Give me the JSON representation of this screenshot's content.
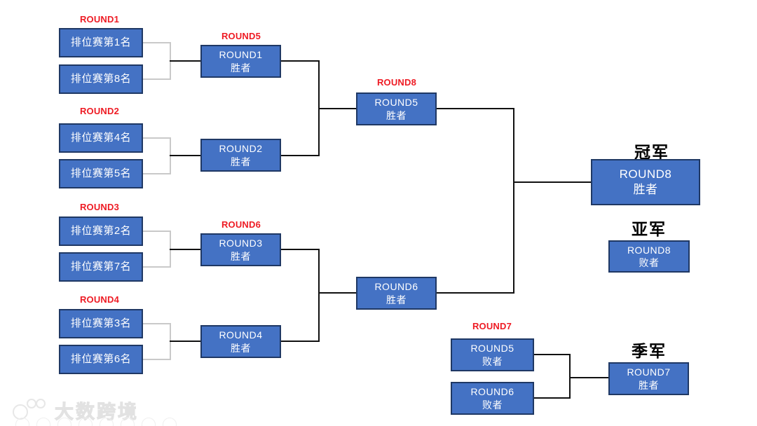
{
  "diagram_type": "tournament-bracket",
  "colors": {
    "box_fill": "#4472C4",
    "box_border": "#1F3864",
    "round_label": "#EE1B24",
    "connector_primary": "#111111",
    "connector_secondary": "#C9C9C9",
    "box_text": "#FFFFFF",
    "placement_text": "#000000"
  },
  "round_tags": {
    "r1": "ROUND1",
    "r2": "ROUND2",
    "r3": "ROUND3",
    "r4": "ROUND4",
    "r5": "ROUND5",
    "r6": "ROUND6",
    "r7": "ROUND7",
    "r8": "ROUND8"
  },
  "seeds": [
    "排位赛第1名",
    "排位赛第8名",
    "排位赛第4名",
    "排位赛第5名",
    "排位赛第2名",
    "排位赛第7名",
    "排位赛第3名",
    "排位赛第6名"
  ],
  "matches": {
    "r1_winner": {
      "round": "ROUND1",
      "result": "胜者"
    },
    "r2_winner": {
      "round": "ROUND2",
      "result": "胜者"
    },
    "r3_winner": {
      "round": "ROUND3",
      "result": "胜者"
    },
    "r4_winner": {
      "round": "ROUND4",
      "result": "胜者"
    },
    "r5_winner": {
      "round": "ROUND5",
      "result": "胜者"
    },
    "r6_winner": {
      "round": "ROUND6",
      "result": "胜者"
    },
    "r8_winner": {
      "round": "ROUND8",
      "result": "胜者"
    },
    "r8_loser": {
      "round": "ROUND8",
      "result": "败者"
    },
    "r5_loser": {
      "round": "ROUND5",
      "result": "败者"
    },
    "r6_loser": {
      "round": "ROUND6",
      "result": "败者"
    },
    "r7_winner": {
      "round": "ROUND7",
      "result": "胜者"
    }
  },
  "placements": {
    "champion": "冠军",
    "runner_up": "亚军",
    "third_place": "季军"
  },
  "watermark": {
    "brand": "大数跨境"
  },
  "icons": {
    "watermark_logo": "overlapping-circles-logo"
  }
}
